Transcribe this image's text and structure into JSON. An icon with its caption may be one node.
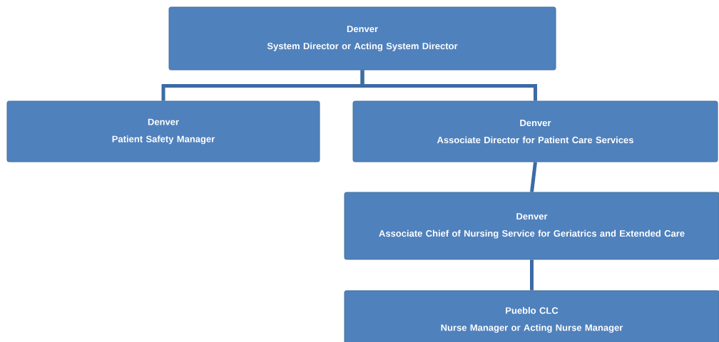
{
  "diagram": {
    "nodes": [
      {
        "text": [
          "Denver",
          "System Director or Acting System Director"
        ]
      },
      {
        "text": [
          "Denver",
          "Patient Safety Manager"
        ]
      },
      {
        "text": [
          "Denver",
          "Associate Director for Patient Care Services"
        ]
      },
      {
        "text": [
          "Denver",
          "Associate Chief of Nursing Service for Geriatrics and Extended Care"
        ]
      },
      {
        "text": [
          "Pueblo CLC",
          "Nurse Manager or Acting Nurse Manager"
        ]
      }
    ],
    "edges": [
      {
        "from": 0,
        "to": 1,
        "arrow": "none"
      },
      {
        "from": 0,
        "to": 2,
        "arrow": "none"
      },
      {
        "from": 2,
        "to": 3,
        "arrow": "none"
      },
      {
        "from": 3,
        "to": 4,
        "arrow": "none"
      }
    ]
  }
}
